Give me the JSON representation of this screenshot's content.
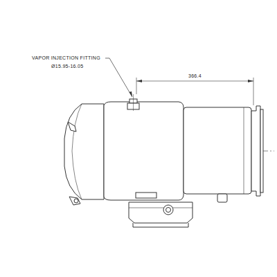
{
  "diagram": {
    "labels": [
      "VAPOR INJECTION FITTING",
      "Ø15.95-16.05",
      "366.4"
    ]
  }
}
